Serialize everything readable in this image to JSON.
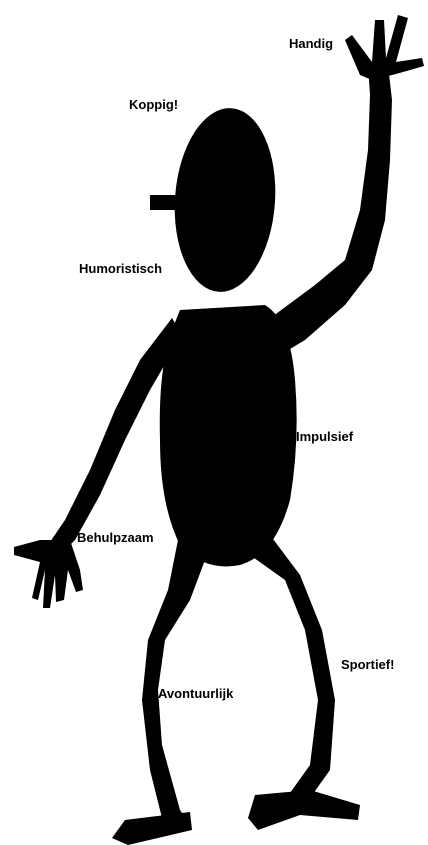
{
  "traits": {
    "handig": "Handig",
    "koppig": "Koppig!",
    "humoristisch": "Humoristisch",
    "impulsief": "Impulsief",
    "behulpzaam": "Behulpzaam",
    "sportief": "Sportief!",
    "avontuurlijk": "Avontuurlijk"
  },
  "colors": {
    "figure": "#000000",
    "background": "#ffffff",
    "text": "#000000"
  }
}
